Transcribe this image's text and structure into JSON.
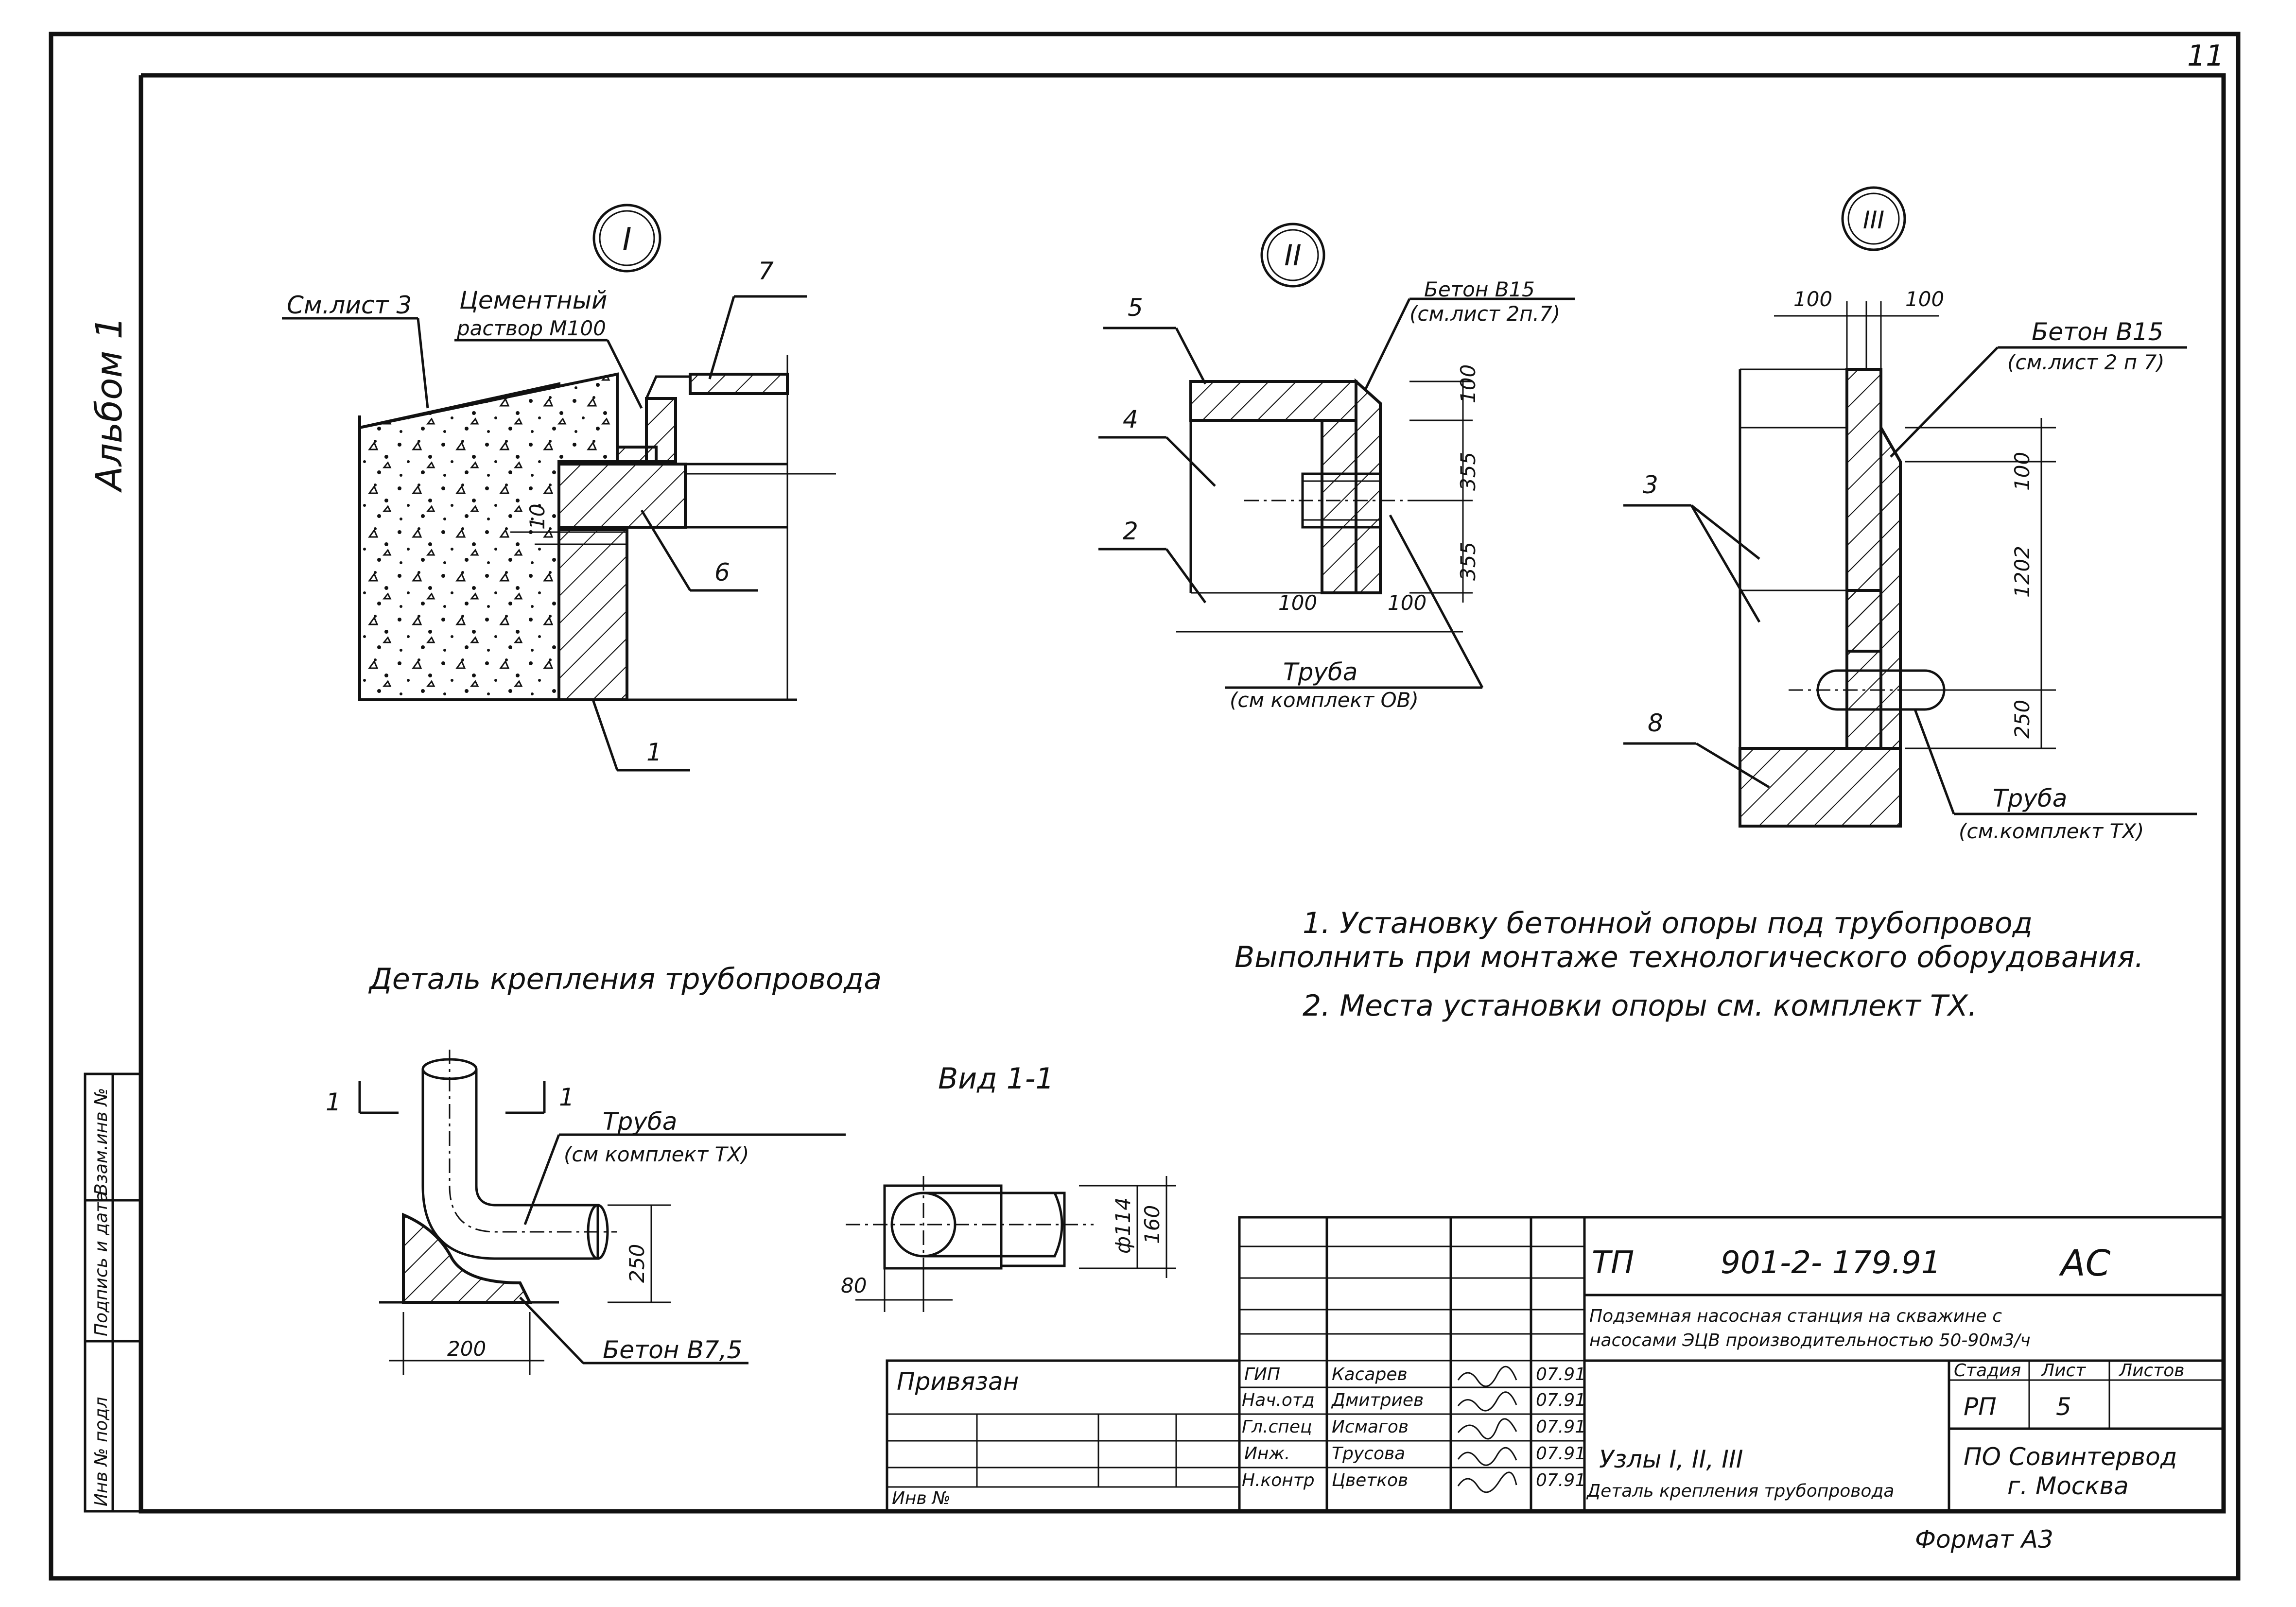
{
  "sheet": {
    "page_number": "11",
    "album": "Альбом 1",
    "format": "Формат А3"
  },
  "side_stamp": {
    "inv_podl": "Инв № подл",
    "podpis_data": "Подпись и дата",
    "vzam_inv": "Взам.инв №"
  },
  "node1": {
    "marker": "I",
    "ref_sheet": "См.лист 3",
    "mortar_line1": "Цементный",
    "mortar_line2": "раствор М100",
    "dim_10": "10",
    "callouts": [
      "7",
      "6",
      "1"
    ]
  },
  "node2": {
    "marker": "II",
    "concrete_line1": "Бетон В15",
    "concrete_line2": "(см.лист 2п.7)",
    "dims": [
      "100",
      "355",
      "355",
      "100",
      "100"
    ],
    "callouts": [
      "5",
      "4",
      "2"
    ],
    "pipe_line1": "Труба",
    "pipe_line2": "(см комплект ОВ)"
  },
  "node3": {
    "marker": "III",
    "dims_top": [
      "100",
      "100"
    ],
    "concrete_line1": "Бетон В15",
    "concrete_line2": "(см.лист 2 п 7)",
    "dims_side": [
      "100",
      "1202",
      "250"
    ],
    "callouts": [
      "3",
      "8"
    ],
    "pipe_line1": "Труба",
    "pipe_line2": "(см.комплект ТХ)"
  },
  "notes": {
    "line1": "1. Установку бетонной опоры под трубопровод",
    "line2": "Выполнить при монтаже технологического оборудования.",
    "line3": "2. Места установки опоры см. комплект ТХ."
  },
  "detail": {
    "title": "Деталь крепления трубопровода",
    "section_mark": "1",
    "pipe_line1": "Труба",
    "pipe_line2": "(см комплект ТХ)",
    "dim_250": "250",
    "dim_200": "200",
    "concrete": "Бетон В7,5"
  },
  "view11": {
    "title": "Вид 1-1",
    "dim_diam": "ф114",
    "dim_160": "160",
    "dim_80": "80"
  },
  "title_block": {
    "project_code": "ТП",
    "project_number": "901-2- 179.91",
    "mark": "АС",
    "description_line1": "Подземная насосная станция на скважине с",
    "description_line2": "насосами ЭЦВ производительностью 50-90м3/ч",
    "privyazan": "Привязан",
    "inv_no": "Инв №",
    "roles": [
      "ГИП",
      "Нач.отд",
      "Гл.спец",
      "Инж.",
      "Н.контр"
    ],
    "names": [
      "Касарев",
      "Дмитриев",
      "Исмагов",
      "Трусова",
      "Цветков"
    ],
    "dates": [
      "07.91",
      "07.91",
      "07.91",
      "07.91",
      "07.91"
    ],
    "stage_header": "Стадия",
    "sheet_header": "Лист",
    "sheets_header": "Листов",
    "stage": "РП",
    "sheet_no": "5",
    "drawing_title_line1": "Узлы I, II, III",
    "drawing_title_line2": "Деталь крепления трубопровода",
    "org_line1": "ПО Совинтервод",
    "org_line2": "г. Москва"
  }
}
